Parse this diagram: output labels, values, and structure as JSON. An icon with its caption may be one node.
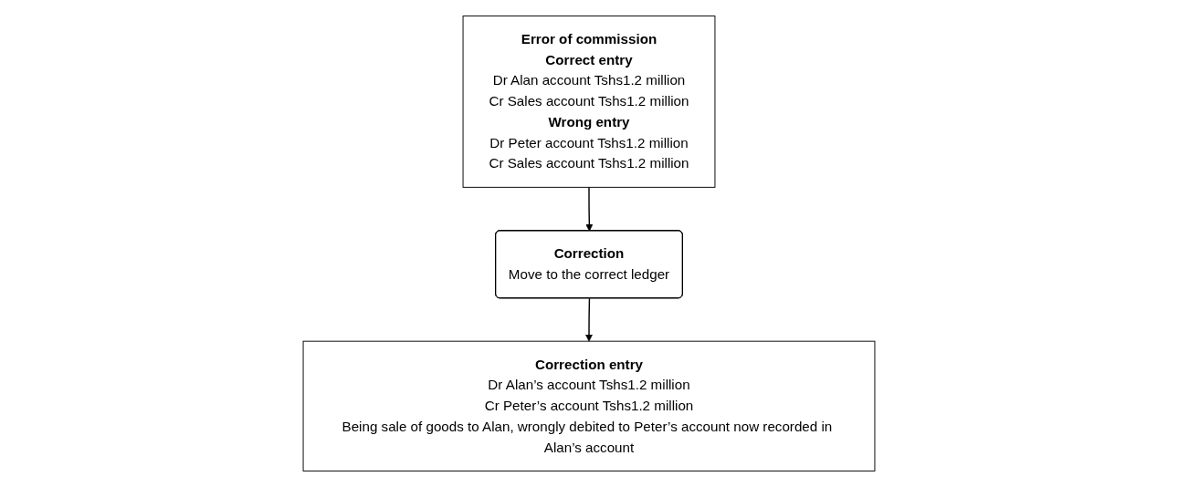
{
  "diagram": {
    "nodes": [
      {
        "text": [
          "Error of commission",
          "Correct entry",
          "Dr Alan account Tshs1.2 million",
          "Cr Sales account Tshs1.2 million",
          "Wrong entry",
          "Dr Peter account Tshs1.2 million",
          "Cr Sales account Tshs1.2 million"
        ]
      },
      {
        "text": [
          "Correction",
          "Move to the correct ledger"
        ]
      },
      {
        "text": [
          "Correction entry",
          "Dr Alan’s account Tshs1.2 million",
          "Cr Peter’s account Tshs1.2 million",
          "Being sale of goods to Alan, wrongly debited to Peter’s account now recorded in Alan’s account"
        ]
      }
    ],
    "edges": [
      {
        "from": 0,
        "to": 1,
        "arrow": "to"
      },
      {
        "from": 1,
        "to": 2,
        "arrow": "to"
      }
    ]
  }
}
